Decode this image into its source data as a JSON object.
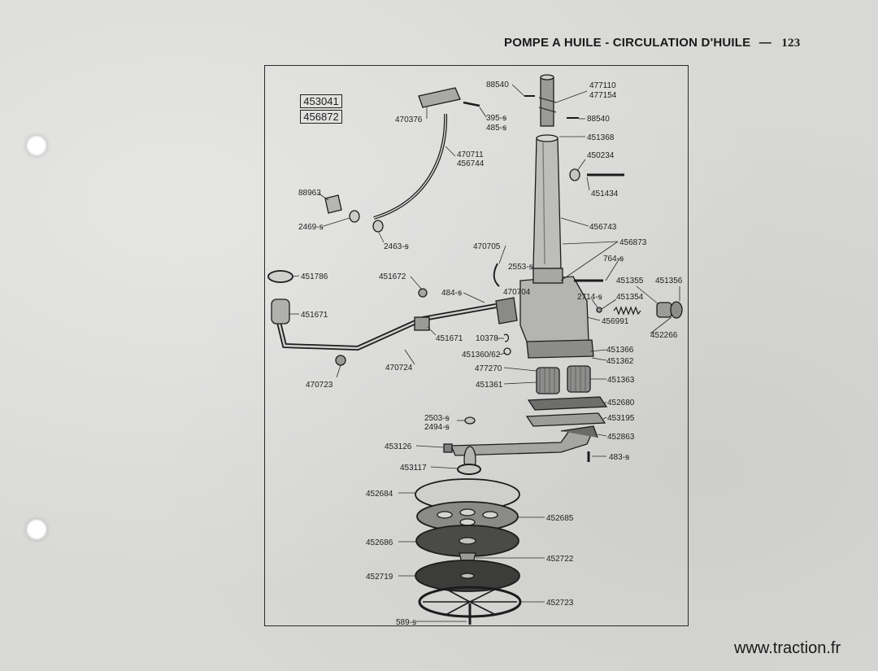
{
  "header": {
    "title": "POMPE A HUILE - CIRCULATION D'HUILE",
    "dash": "—",
    "page_number": "123"
  },
  "reference_boxes": [
    "453041",
    "456872"
  ],
  "watermark": "www.traction.fr",
  "labels": [
    "88540",
    "477110",
    "477154",
    "470376",
    "395-ꞩ",
    "485-ꞩ",
    "88540",
    "451368",
    "470711",
    "456744",
    "450234",
    "451434",
    "88963",
    "2469-ꞩ",
    "2463-ꞩ",
    "456743",
    "456873",
    "470705",
    "2553-ꞩ",
    "764-ꞩ",
    "451786",
    "451672",
    "484-ꞩ",
    "470704",
    "451355",
    "451356",
    "451354",
    "2714-ꞩ",
    "451671",
    "456991",
    "452266",
    "451671",
    "10378",
    "451360/62",
    "451366",
    "451362",
    "470723",
    "470724",
    "477270",
    "451361",
    "451363",
    "452680",
    "2503-ꞩ",
    "2494-ꞩ",
    "453195",
    "452863",
    "453126",
    "483-ꞩ",
    "453117",
    "452684",
    "452685",
    "452686",
    "452722",
    "452719",
    "452723",
    "589-ꞩ"
  ]
}
